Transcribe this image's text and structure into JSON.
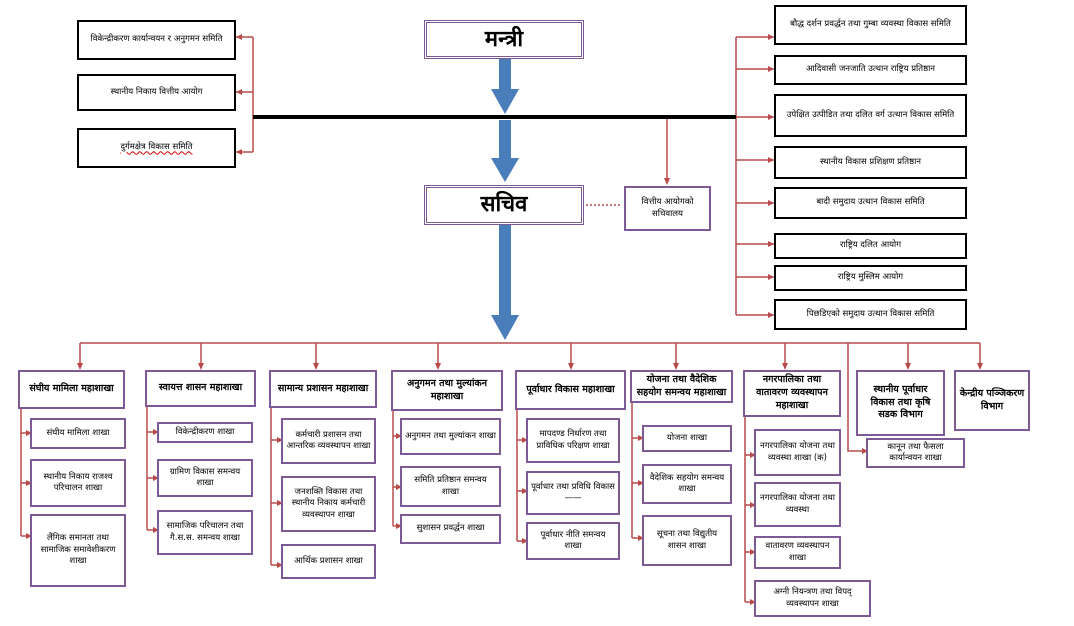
{
  "minister": "मन्त्री",
  "secretary": "सचिव",
  "finance_secretariat": "वित्तीय आयोगको सचिवालय",
  "left_committees": [
    "विकेन्द्रीकरण कार्यान्वयन र अनुगमन समिति",
    "स्थानीय निकाय वित्तीय आयोग",
    "दुर्गमक्षेत्र विकास समिति"
  ],
  "right_bodies": [
    "बौद्ध दर्शन प्रवर्द्धन तथा गुम्बा व्यवस्था विकास समिति",
    "आदिवासी जनजाति उत्थान राष्ट्रिय प्रतिष्ठान",
    "उपेक्षित उत्पीडित तथा दलित वर्ग उत्थान विकास समिति",
    "स्थानीय विकास प्रशिक्षण प्रतिष्ठान",
    "बादी समुदाय उत्थान विकास समिति",
    "राष्ट्रिय दलित आयोग",
    "राष्ट्रिय मुस्लिम आयोग",
    "पिछडिएको समुदाय उत्थान विकास समिति"
  ],
  "divisions": [
    {
      "name": "संघीय मामिला महाशाखा",
      "sections": [
        "संघीय मामिला शाखा",
        "स्थानीय निकाय राजश्व परिचालन शाखा",
        "लैंगिक समानता तथा सामाजिक समावेशीकरण शाखा"
      ]
    },
    {
      "name": "स्वायत्त शासन महाशाखा",
      "sections": [
        "विकेन्द्रीकरण शाखा",
        "ग्रामिण विकास समन्वय शाखा",
        "सामाजिक परिचालन तथा गै.स.स. समन्वय शाखा"
      ]
    },
    {
      "name": "सामान्य प्रशासन महाशाखा",
      "sections": [
        "कर्मचारी प्रशासन तथा आन्तरिक व्यवस्थापन शाखा",
        "जनशक्ति विकास तथा स्थानीय निकाय कर्मचारी व्यवस्थापन शाखा",
        "आर्थिक प्रशासन शाखा"
      ]
    },
    {
      "name": "अनुगमन तथा मुल्यांकन महाशाखा",
      "sections": [
        "अनुगमन तथा मुल्यांकन शाखा",
        "समिति प्रतिष्ठान समन्वय शाखा",
        "सुशासन प्रवर्द्धन शाखा"
      ]
    },
    {
      "name": "पूर्वाधार विकास महाशाखा",
      "sections": [
        "मापदण्ड निर्धारण तथा प्राविधिक परिक्षण शाखा",
        "पूर्वाधार तथा प्रविधि विकास ——",
        "पूर्वाधार नीति समन्वय शाखा"
      ]
    },
    {
      "name": "योजना तथा वैदेशिक सहयोग समन्वय महाशाखा",
      "sections": [
        "योजना शाखा",
        "वैदेशिक सहयोग समन्वय शाखा",
        "सूचना तथा विद्युतीय शासन शाखा"
      ]
    },
    {
      "name": "नगरपालिका तथा वातावरण व्यवस्थापन महाशाखा",
      "sections": [
        "नगरपालिका योजना तथा व्यवस्था शाखा (क)",
        "नगरपालिका योजना तथा व्यवस्था",
        "वातावरण व्यवस्थापन शाखा",
        "अग्नी नियन्त्रण तथा विपद् व्यवस्थापन शाखा"
      ]
    },
    {
      "name": "स्थानीय पूर्वाधार विकास तथा कृषि सडक विभाग",
      "sections": [
        "कानून तथा फैसला कार्यान्वयन शाखा"
      ]
    },
    {
      "name": "केन्द्रीय पञ्जिकरण विभाग",
      "sections": []
    }
  ],
  "colors": {
    "connector": "#b84a4a",
    "arrow": "#4a7ebb",
    "purple_border": "#7d5a95"
  }
}
